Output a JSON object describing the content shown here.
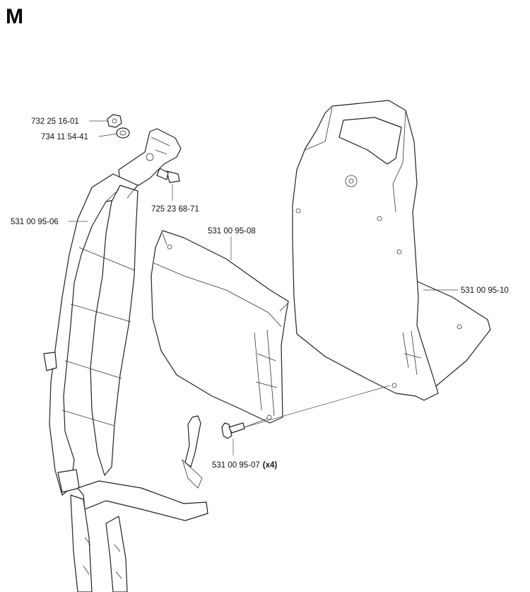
{
  "page": {
    "section_letter": "M"
  },
  "parts": {
    "nut": {
      "number": "732 25 16-01"
    },
    "washer": {
      "number": "734 11 54-41"
    },
    "bolt": {
      "number": "725 23 68-71"
    },
    "harness": {
      "number": "531 00 95-06"
    },
    "hip_pad": {
      "number": "531 00 95-08"
    },
    "back_plate_pad": {
      "number": "531 00 95-10"
    },
    "screw": {
      "number": "531 00 95-07",
      "quantity": "(x4)"
    }
  }
}
